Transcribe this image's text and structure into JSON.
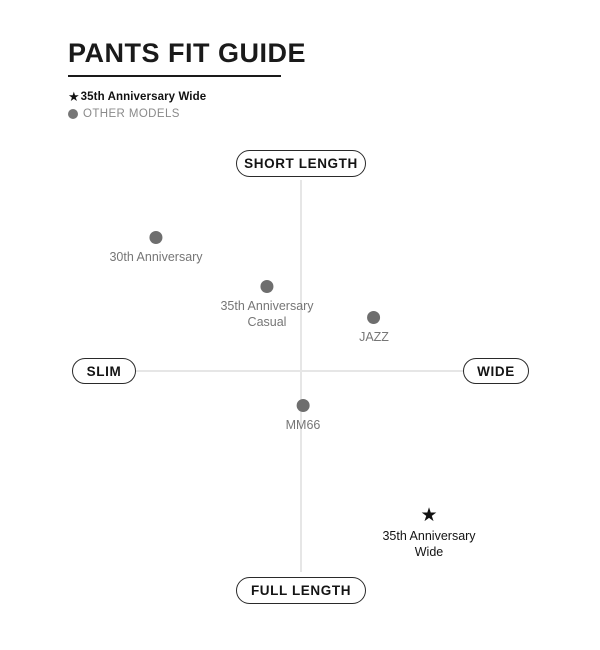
{
  "header": {
    "title": "PANTS FIT GUIDE"
  },
  "legend": {
    "items": [
      {
        "marker": "star-marker",
        "glyph": "★",
        "label": "35th Anniversary Wide",
        "style": "dark"
      },
      {
        "marker": "dot-marker",
        "glyph": "●",
        "label": "OTHER MODELS",
        "style": "gray"
      }
    ]
  },
  "axes": {
    "top_label": "SHORT LENGTH",
    "bottom_label": "FULL LENGTH",
    "left_label": "SLIM",
    "right_label": "WIDE"
  },
  "chart_data": {
    "type": "scatter",
    "title": "PANTS FIT GUIDE",
    "xlabel": "",
    "ylabel": "",
    "xlim": [
      -1,
      1
    ],
    "ylim": [
      -1,
      1
    ],
    "grid": false,
    "legend_position": "top-left",
    "axis_labels": {
      "x_min": "SLIM",
      "x_max": "WIDE",
      "y_min": "FULL LENGTH",
      "y_max": "SHORT LENGTH"
    },
    "series": [
      {
        "name": "OTHER MODELS",
        "marker": "circle",
        "color": "#6e6e6e",
        "points": [
          {
            "label": "30th Anniversary",
            "x": -0.88,
            "y": 0.7
          },
          {
            "label": "35th Anniversary\nCasual",
            "x": -0.21,
            "y": 0.44
          },
          {
            "label": "JAZZ",
            "x": 0.45,
            "y": 0.28
          },
          {
            "label": "MM66",
            "x": 0.02,
            "y": -0.18
          }
        ]
      },
      {
        "name": "35th Anniversary Wide",
        "marker": "star",
        "color": "#111111",
        "points": [
          {
            "label": "35th Anniversary\nWide",
            "x": 0.79,
            "y": -0.73
          }
        ]
      }
    ]
  }
}
